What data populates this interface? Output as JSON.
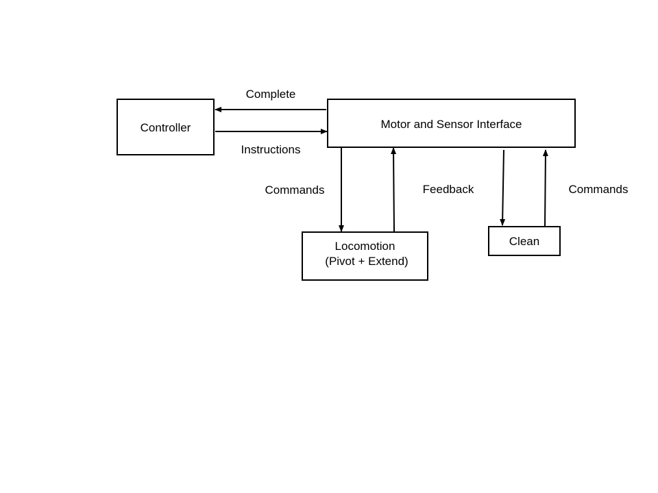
{
  "diagram": {
    "nodes": {
      "controller": {
        "label": "Controller"
      },
      "interface": {
        "label": "Motor and Sensor Interface"
      },
      "locomotion": {
        "label_line1": "Locomotion",
        "label_line2": "(Pivot + Extend)"
      },
      "clean": {
        "label": "Clean"
      }
    },
    "edges": {
      "complete": "Complete",
      "instructions": "Instructions",
      "loco_commands": "Commands",
      "loco_feedback": "Feedback",
      "clean_commands": "Commands"
    }
  }
}
